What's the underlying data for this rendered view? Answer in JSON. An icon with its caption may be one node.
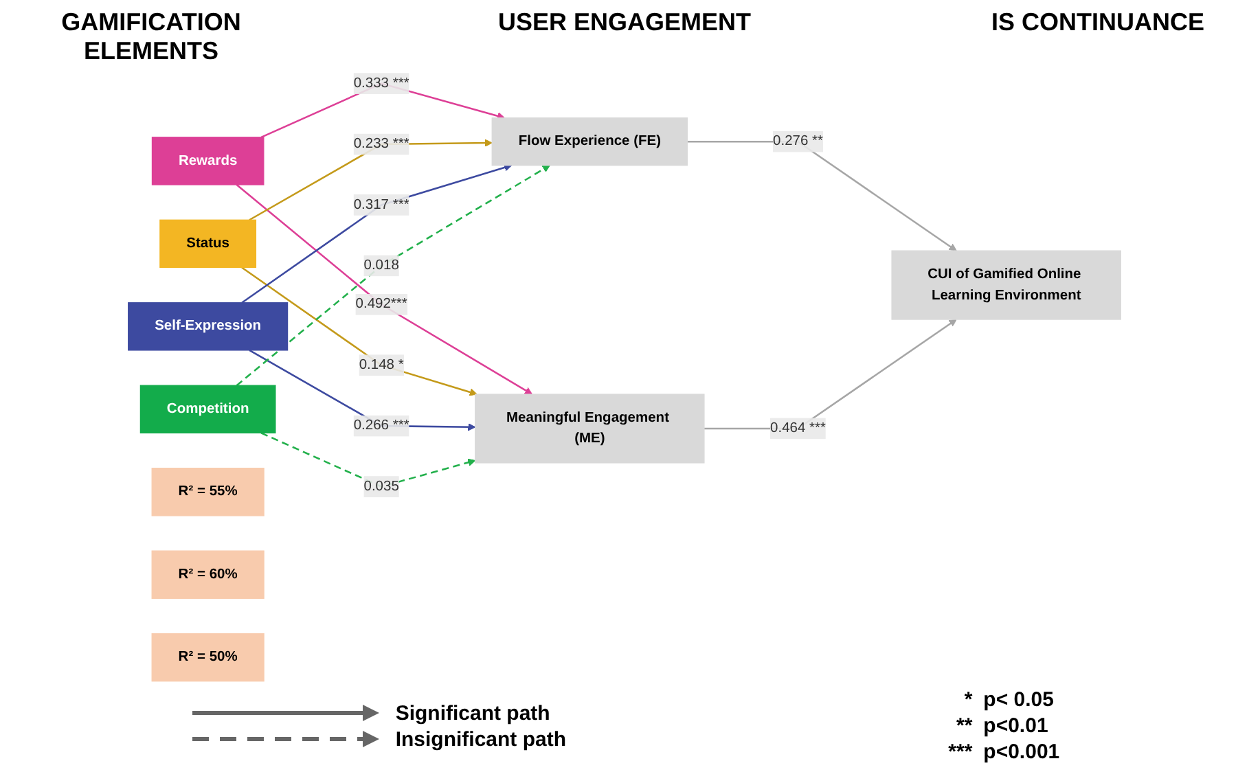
{
  "diagram": {
    "nodes": [
      {
        "text": [
          "Rewards"
        ]
      },
      {
        "text": [
          "Status"
        ]
      },
      {
        "text": [
          "Self-Expression"
        ]
      },
      {
        "text": [
          "Competition"
        ]
      },
      {
        "text": [
          "R² = 55%"
        ]
      },
      {
        "text": [
          "Flow Experience (FE)"
        ]
      },
      {
        "text": [
          "Meaningful Engagement (ME)"
        ]
      },
      {
        "text": [
          "R² = 60%"
        ]
      },
      {
        "text": [
          "R² = 50%"
        ]
      },
      {
        "text": [
          "CUI of Gamified Online Learning Environment"
        ]
      }
    ],
    "edges": [
      {
        "from": 0,
        "to": 5,
        "arrow": "to",
        "label": "0.333 ***",
        "color": "#dd3f96"
      },
      {
        "from": 0,
        "to": 6,
        "arrow": "to",
        "label": "0.492***",
        "color": "#dd3f96"
      },
      {
        "from": 1,
        "to": 5,
        "arrow": "to",
        "label": "0.233 ***",
        "color": "#c49a1a"
      },
      {
        "from": 1,
        "to": 6,
        "arrow": "to",
        "label": "0.148 *",
        "color": "#c49a1a"
      },
      {
        "from": 2,
        "to": 5,
        "arrow": "to",
        "label": "0.317 ***",
        "color": "#3d4aa0"
      },
      {
        "from": 2,
        "to": 6,
        "arrow": "to",
        "label": "0.266 ***",
        "color": "#3d4aa0"
      },
      {
        "from": 3,
        "to": 5,
        "arrow": "to",
        "label": "0.018",
        "style": "dashed",
        "color": "#22b04b"
      },
      {
        "from": 3,
        "to": 6,
        "arrow": "to",
        "label": "0.035",
        "style": "dashed",
        "color": "#22b04b"
      },
      {
        "from": 5,
        "to": 9,
        "arrow": "to",
        "label": "0.276 **",
        "color": "#a6a6a6"
      },
      {
        "from": 6,
        "to": 9,
        "arrow": "to",
        "label": "0.464 ***",
        "color": "#a6a6a6"
      }
    ],
    "labels": [
      "GAMIFICATION ELEMENTS",
      "USER ENGAGEMENT",
      "IS CONTINUANCE",
      "*",
      "p< 0.05",
      "**",
      "p<0.01",
      "***",
      "p<0.001"
    ],
    "legend": [
      {
        "text": "Significant path"
      },
      {
        "text": "Insignificant path"
      }
    ]
  }
}
